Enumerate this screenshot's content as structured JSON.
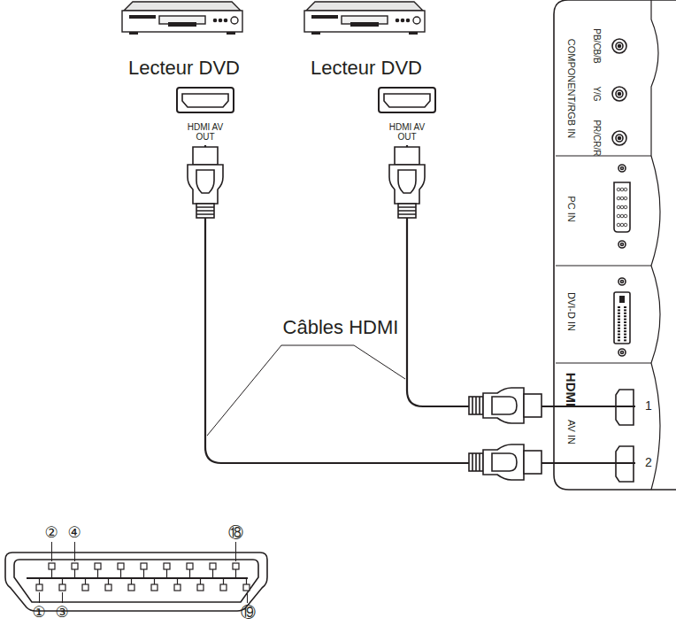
{
  "diagram": {
    "nodes": [
      {
        "text": [
          "Lecteur DVD"
        ]
      },
      {
        "text": [
          "Lecteur DVD"
        ]
      },
      {
        "text": [
          "1"
        ]
      },
      {
        "text": [
          "2"
        ]
      }
    ],
    "edges": [
      {
        "from": 0,
        "to": 3,
        "arrow": "none"
      },
      {
        "from": 1,
        "to": 2,
        "arrow": "none"
      }
    ],
    "labels": [
      "HDMI AV OUT",
      "HDMI AV OUT",
      "Câbles HDMI",
      "PB/CB/B",
      "Y/G",
      "PR/CR/R",
      "COMPONENT/RGB IN",
      "PC IN",
      "DVI-D IN",
      "HDMI",
      "AV IN",
      "②",
      "④",
      "⑱",
      "①",
      "③",
      "⑲"
    ]
  }
}
